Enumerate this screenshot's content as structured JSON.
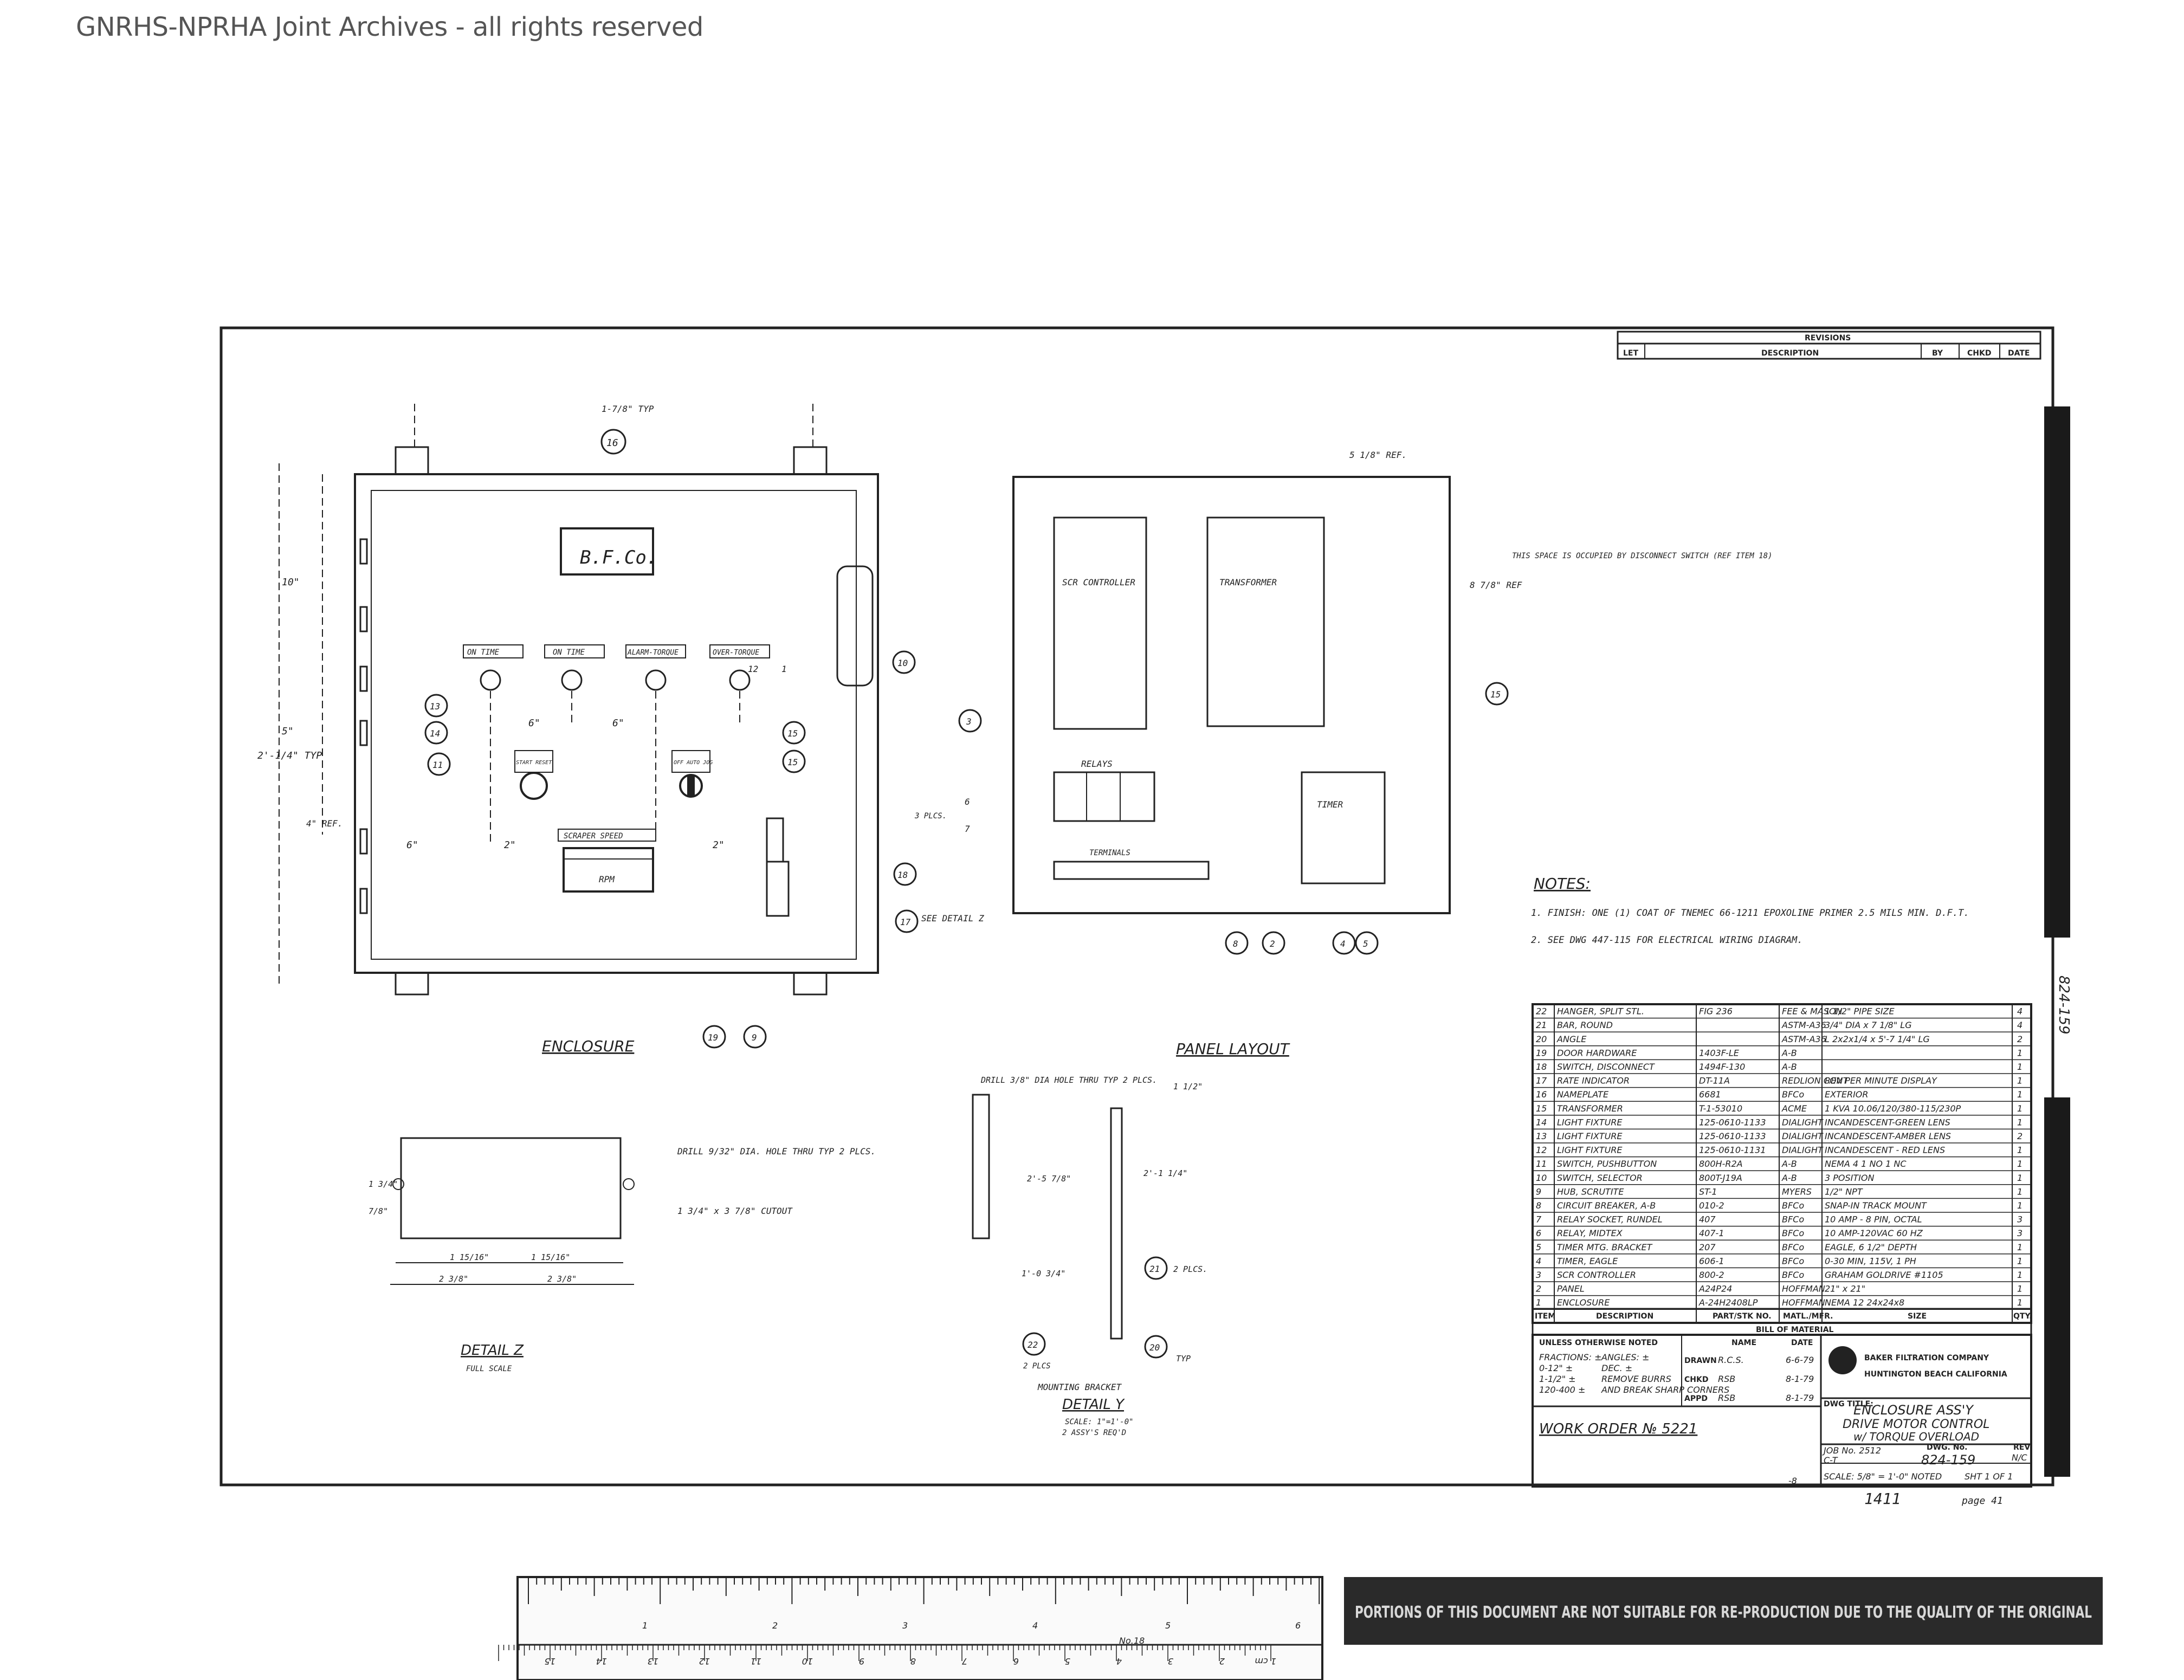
{
  "header": {
    "watermark": "GNRHS-NPRHA Joint Archives - all rights reserved"
  },
  "revisions": {
    "title": "REVISIONS",
    "cols": [
      "LET",
      "DESCRIPTION",
      "BY",
      "CHKD",
      "DATE"
    ]
  },
  "enclosure_view": {
    "title": "ENCLOSURE",
    "nameplate": "B.F.Co.",
    "light_labels": [
      "ON TIME",
      "ON TIME",
      "ALARM-TORQUE",
      "OVER-TORQUE"
    ],
    "start_reset": "START RESET",
    "selector_label": "OFF AUTO JOG",
    "scraper_label": "SCRAPER SPEED",
    "rpm_label": "RPM",
    "dims": [
      "1-7/8\" TYP",
      "10\"",
      "5\"",
      "2'-1/4\" TYP",
      "4\" REF.",
      "6\"",
      "6\"",
      "6\"",
      "2\"",
      "2\""
    ],
    "balloons": [
      "16",
      "13",
      "14",
      "11",
      "15",
      "15",
      "10",
      "18",
      "19",
      "9",
      "1",
      "12"
    ]
  },
  "panel_view": {
    "title": "PANEL LAYOUT",
    "scr_label": "SCR CONTROLLER",
    "transformer_label": "TRANSFORMER",
    "relays_label": "RELAYS",
    "terminals_label": "TERMINALS",
    "timer_label": "TIMER",
    "note_space": "THIS SPACE IS OCCUPIED BY DISCONNECT SWITCH (REF ITEM 18)",
    "dims": [
      "5 1/8\" REF.",
      "8 7/8\" REF"
    ],
    "balloons": [
      "3",
      "6",
      "7",
      "15",
      "8",
      "2",
      "4",
      "5"
    ],
    "plcs": "3 PLCS.",
    "detail_ref": "SEE DETAIL Z",
    "detail_ref_balloon": "17"
  },
  "detail_z": {
    "title": "DETAIL Z",
    "scale": "FULL SCALE",
    "note1": "DRILL 9/32\" DIA. HOLE THRU TYP 2 PLCS.",
    "note2": "1 3/4\" x 3 7/8\" CUTOUT",
    "dims": [
      "1 3/4\"",
      "7/8\"",
      "1 15/16\"",
      "1 15/16\"",
      "2 3/8\"",
      "2 3/8\""
    ]
  },
  "detail_y": {
    "title": "DETAIL Y",
    "scale": "SCALE: 1\"=1'-0\"",
    "qty": "2 ASSY'S REQ'D",
    "caption": "MOUNTING BRACKET",
    "note": "DRILL 3/8\" DIA HOLE THRU TYP 2 PLCS.",
    "dims": [
      "1 1/2\"",
      "2'-5 7/8\"",
      "2'-1 1/4\"",
      "1'-0 3/4\""
    ],
    "balloons": [
      "21",
      "22",
      "20"
    ],
    "plcs": [
      "2 PLCS.",
      "2 PLCS",
      "TYP"
    ]
  },
  "notes": {
    "title": "NOTES:",
    "items": [
      "1. FINISH: ONE (1) COAT OF TNEMEC 66-1211 EPOXOLINE PRIMER 2.5 MILS MIN. D.F.T.",
      "2. SEE DWG 447-115 FOR ELECTRICAL WIRING DIAGRAM."
    ]
  },
  "bom": {
    "title": "BILL OF MATERIAL",
    "headers": [
      "ITEM",
      "DESCRIPTION",
      "PART/STK NO.",
      "MATL./MFR.",
      "SIZE",
      "QTY."
    ],
    "rows": [
      [
        "22",
        "HANGER, SPLIT STL.",
        "FIG 236",
        "FEE & MASON",
        "1 1/2\" PIPE SIZE",
        "4"
      ],
      [
        "21",
        "BAR, ROUND",
        "",
        "ASTM-A36",
        "3/4\" DIA x 7 1/8\" LG",
        "4"
      ],
      [
        "20",
        "ANGLE",
        "",
        "ASTM-A36",
        "L 2x2x1/4 x 5'-7 1/4\" LG",
        "2"
      ],
      [
        "19",
        "DOOR HARDWARE",
        "1403F-LE",
        "A-B",
        "",
        "1"
      ],
      [
        "18",
        "SWITCH, DISCONNECT",
        "1494F-130",
        "A-B",
        "",
        "1"
      ],
      [
        "17",
        "RATE INDICATOR",
        "DT-11A",
        "REDLION CONT",
        "REV PER MINUTE DISPLAY",
        "1"
      ],
      [
        "16",
        "NAMEPLATE",
        "6681",
        "BFCo",
        "EXTERIOR",
        "1"
      ],
      [
        "15",
        "TRANSFORMER",
        "T-1-53010",
        "ACME",
        "1 KVA 10.06/120/380-115/230P",
        "1"
      ],
      [
        "14",
        "LIGHT FIXTURE",
        "125-0610-1133",
        "DIALIGHT",
        "INCANDESCENT-GREEN LENS",
        "1"
      ],
      [
        "13",
        "LIGHT FIXTURE",
        "125-0610-1133",
        "DIALIGHT",
        "INCANDESCENT-AMBER LENS",
        "2"
      ],
      [
        "12",
        "LIGHT FIXTURE",
        "125-0610-1131",
        "DIALIGHT",
        "INCANDESCENT - RED LENS",
        "1"
      ],
      [
        "11",
        "SWITCH, PUSHBUTTON",
        "800H-R2A",
        "A-B",
        "NEMA 4 1 NO 1 NC",
        "1"
      ],
      [
        "10",
        "SWITCH, SELECTOR",
        "800T-J19A",
        "A-B",
        "3 POSITION",
        "1"
      ],
      [
        "9",
        "HUB, SCRUTITE",
        "ST-1",
        "MYERS",
        "1/2\" NPT",
        "1"
      ],
      [
        "8",
        "CIRCUIT BREAKER, A-B",
        "010-2",
        "BFCo",
        "SNAP-IN TRACK MOUNT",
        "1"
      ],
      [
        "7",
        "RELAY SOCKET, RUNDEL",
        "407",
        "BFCo",
        "10 AMP - 8 PIN, OCTAL",
        "3"
      ],
      [
        "6",
        "RELAY, MIDTEX",
        "407-1",
        "BFCo",
        "10 AMP-120VAC 60 HZ",
        "3"
      ],
      [
        "5",
        "TIMER MTG. BRACKET",
        "207",
        "BFCo",
        "EAGLE, 6 1/2\" DEPTH",
        "1"
      ],
      [
        "4",
        "TIMER, EAGLE",
        "606-1",
        "BFCo",
        "0-30 MIN, 115V, 1 PH",
        "1"
      ],
      [
        "3",
        "SCR CONTROLLER",
        "800-2",
        "BFCo",
        "GRAHAM GOLDRIVE #1105",
        "1"
      ],
      [
        "2",
        "PANEL",
        "A24P24",
        "HOFFMAN",
        "21\" x 21\"",
        "1"
      ],
      [
        "1",
        "ENCLOSURE",
        "A-24H2408LP",
        "HOFFMAN",
        "NEMA 12 24x24x8",
        "1"
      ]
    ]
  },
  "title_block": {
    "tolerance_title": "UNLESS OTHERWISE NOTED",
    "tolerances": [
      "FRACTIONS: ±",
      "ANGLES: ±",
      "0-12\" ±",
      "DEC. ±",
      "1-1/2\" ±",
      "REMOVE BURRS",
      "120-400 ±",
      "AND BREAK SHARP CORNERS"
    ],
    "sign_cols": [
      "NAME",
      "DATE"
    ],
    "sign_rows": [
      [
        "DRAWN",
        "R.C.S.",
        "6-6-79"
      ],
      [
        "CHKD",
        "RSB",
        "8-1-79"
      ],
      [
        "APPD",
        "RSB",
        "8-1-79"
      ]
    ],
    "company": "BAKER FILTRATION COMPANY",
    "location": "HUNTINGTON BEACH CALIFORNIA",
    "dwg_title_label": "DWG TITLE:",
    "dwg_title": [
      "ENCLOSURE ASS'Y",
      "DRIVE MOTOR CONTROL",
      "w/ TORQUE OVERLOAD"
    ],
    "work_order": "WORK ORDER № 5221",
    "job_no": "JOB No. 2512",
    "dwg_no_label": "DWG. No.",
    "dwg_no": "824-159",
    "rev_label": "REV",
    "rev": "N/C",
    "cust": "C-T",
    "scale": "SCALE: 5/8\" = 1'-0\" NOTED",
    "sheet": "SHT 1 OF 1",
    "minus8": "-8",
    "side_number": "824-159"
  },
  "footer": {
    "handwritten": "1411",
    "page": "page 41",
    "ruler_top": [
      "1",
      "2",
      "3",
      "4",
      "5",
      "6"
    ],
    "ruler_bottom": [
      "1 cm",
      "2",
      "3",
      "4",
      "5",
      "6",
      "7",
      "8",
      "9",
      "10",
      "11",
      "12",
      "13",
      "14",
      "15"
    ],
    "ruler_note": "No.18",
    "stamp": "PORTIONS OF THIS DOCUMENT ARE NOT SUITABLE FOR RE-PRODUCTION DUE TO THE QUALITY OF THE ORIGINAL"
  }
}
